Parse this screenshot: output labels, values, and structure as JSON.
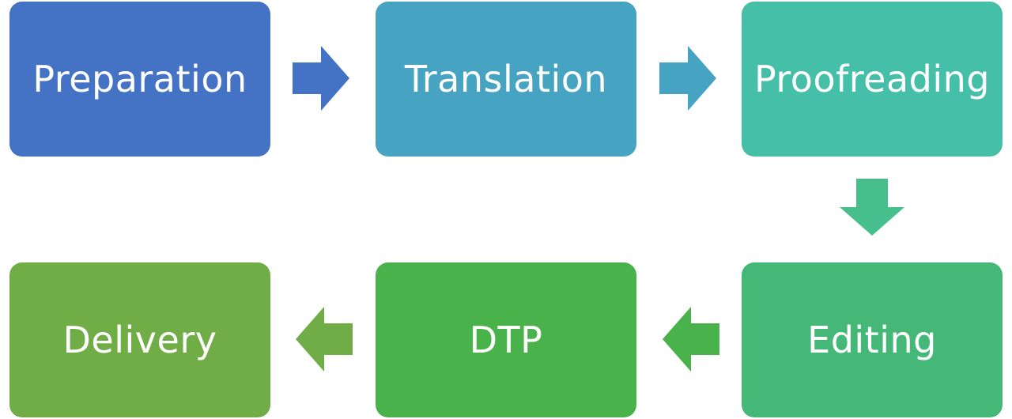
{
  "steps": [
    {
      "label": "Preparation",
      "color": "#4472c4"
    },
    {
      "label": "Translation",
      "color": "#46a3c2"
    },
    {
      "label": "Proofreading",
      "color": "#46bfa9"
    },
    {
      "label": "Editing",
      "color": "#45b878"
    },
    {
      "label": "DTP",
      "color": "#49b24a"
    },
    {
      "label": "Delivery",
      "color": "#71ad47"
    }
  ],
  "arrows": [
    {
      "direction": "right",
      "color": "#4472c4"
    },
    {
      "direction": "right",
      "color": "#46a3c2"
    },
    {
      "direction": "down",
      "color": "#46bf8c"
    },
    {
      "direction": "left",
      "color": "#49b24a"
    },
    {
      "direction": "left",
      "color": "#71ad47"
    }
  ]
}
